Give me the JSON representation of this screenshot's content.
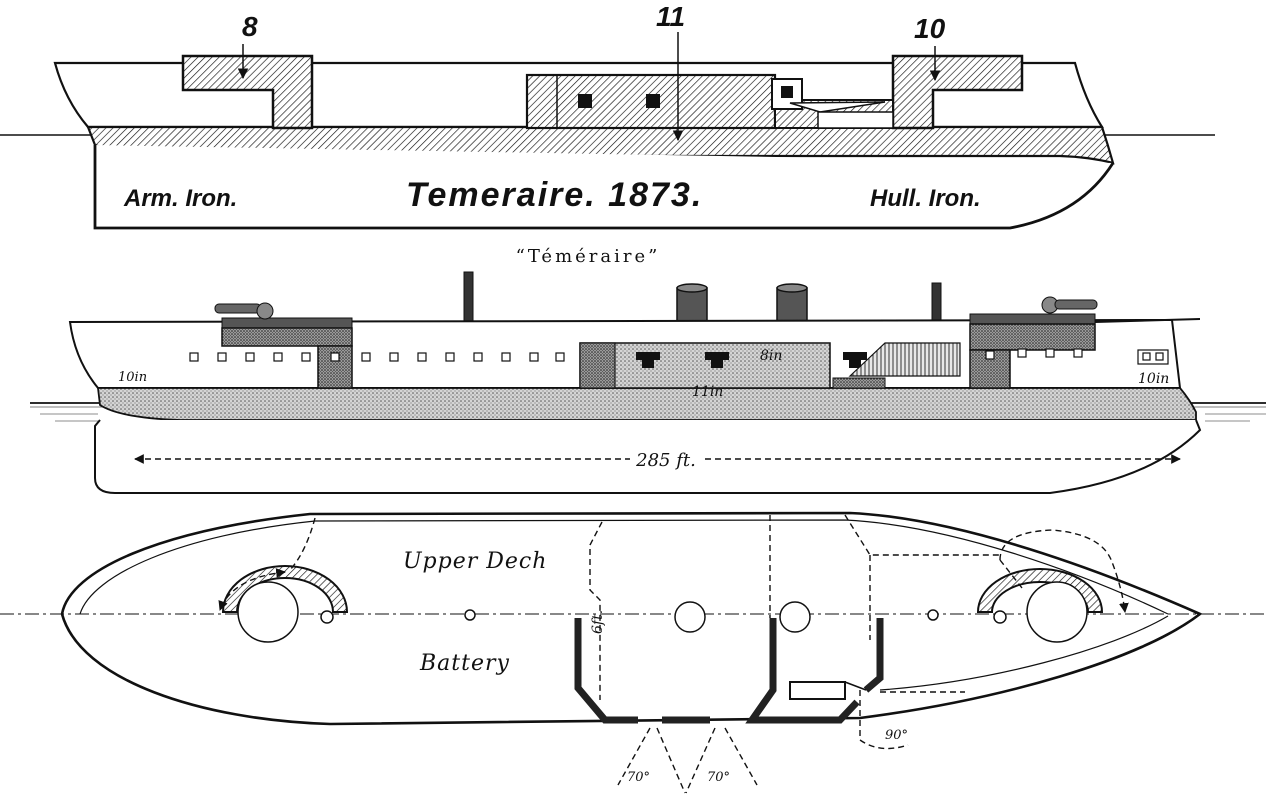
{
  "armor_profile": {
    "label_8": "8",
    "label_11": "11",
    "label_10": "10",
    "arm_iron": "Arm. Iron.",
    "title": "Temeraire. 1873.",
    "hull_iron": "Hull. Iron."
  },
  "elevation": {
    "caption": "“Téméraire”",
    "armor_stern": "10in",
    "armor_battery": "8in",
    "armor_belt": "11in",
    "armor_bow": "10in",
    "length": "285 ft."
  },
  "plan": {
    "upper_deck": "Upper Dech",
    "battery": "Battery",
    "bulkhead_height": "6ft.",
    "angle_left": "70°",
    "angle_right": "70°",
    "angle_bow": "90°"
  },
  "colors": {
    "ink": "#111111",
    "paper": "#ffffff",
    "armor_shade": "#bdbdbd"
  }
}
